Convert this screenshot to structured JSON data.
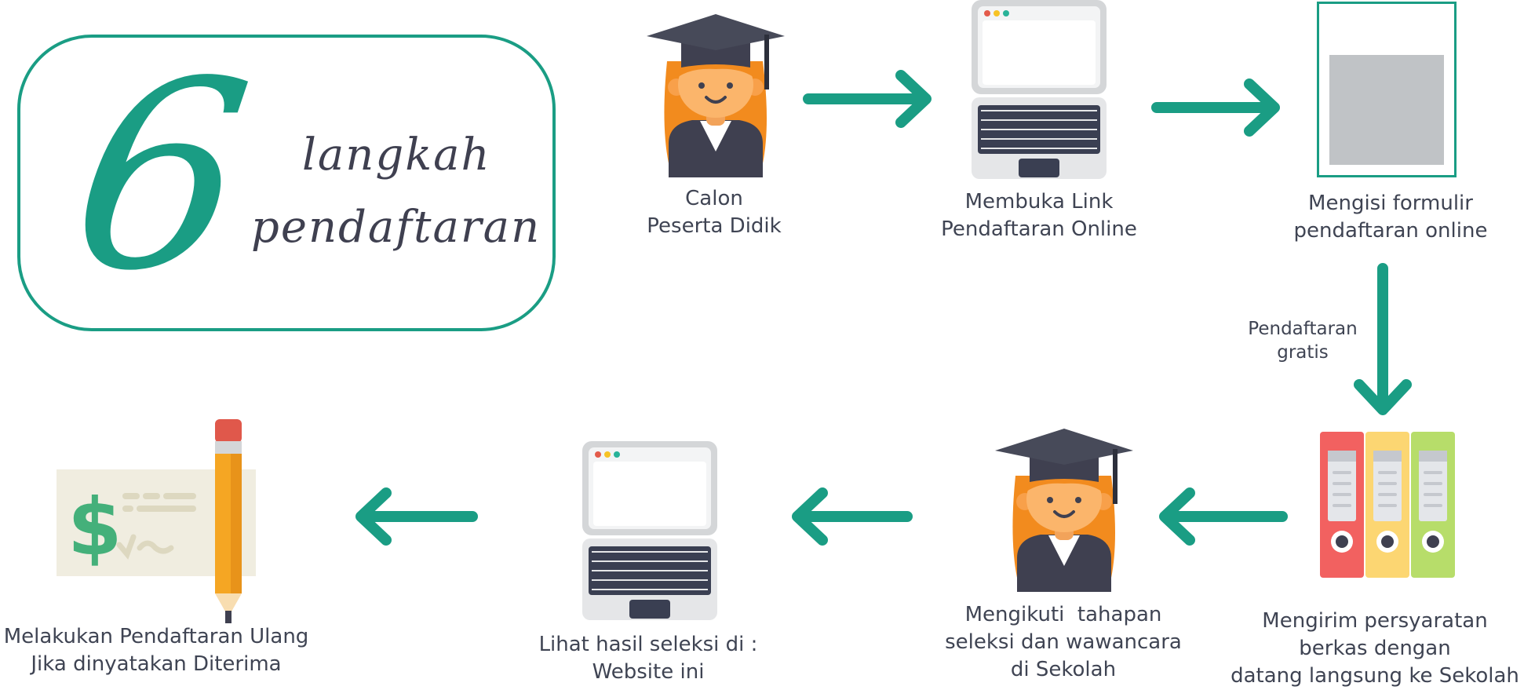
{
  "title": {
    "number": "6",
    "line1": "langkah",
    "line2": "pendaftaran"
  },
  "steps": [
    {
      "lines": [
        "Calon",
        "Peserta Didik"
      ]
    },
    {
      "lines": [
        "Membuka Link",
        "Pendaftaran Online"
      ]
    },
    {
      "lines": [
        "Mengisi formulir",
        "pendaftaran online"
      ]
    },
    {
      "lines": [
        "Mengirim persyaratan",
        "berkas dengan",
        "datang langsung ke Sekolah"
      ]
    },
    {
      "lines": [
        "Mengikuti  tahapan",
        "seleksi dan wawancara",
        "di Sekolah"
      ]
    },
    {
      "lines": [
        "Lihat hasil seleksi di :",
        "Website ini"
      ]
    },
    {
      "lines": [
        "Melakukan Pendaftaran Ulang",
        "Jika dinyatakan Diterima"
      ]
    }
  ],
  "note": {
    "lines": [
      "Pendaftaran",
      "gratis"
    ]
  },
  "colors": {
    "accent": "#1a9d84",
    "dark": "#3f4050",
    "hair": "#f28b1e",
    "skin": "#fbb56b"
  },
  "icons": [
    "graduate-icon",
    "laptop-icon",
    "form-icon",
    "binders-icon",
    "graduate-icon",
    "laptop-icon",
    "check-pencil-icon"
  ]
}
